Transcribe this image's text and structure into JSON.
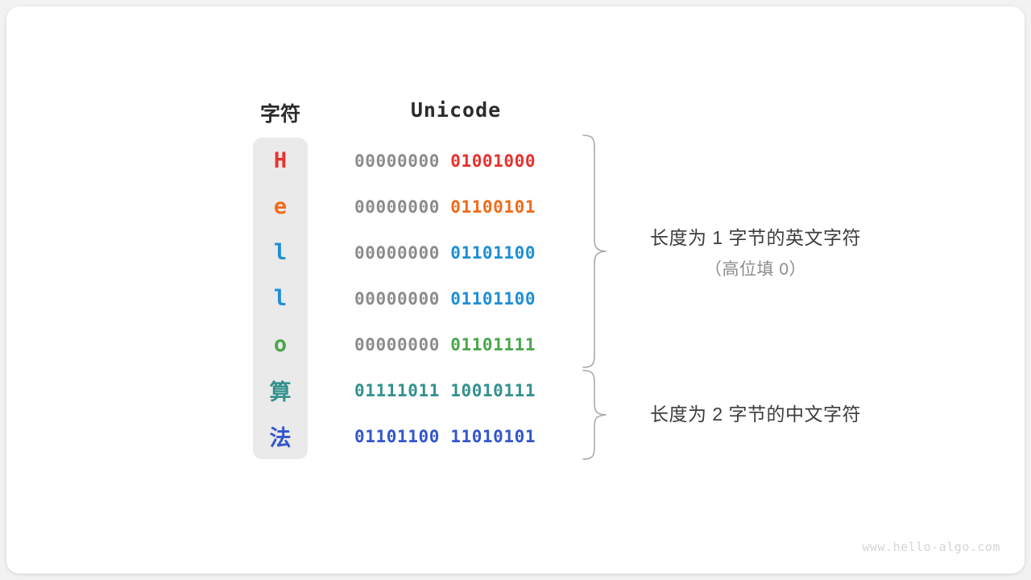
{
  "watermark": "www.hello-algo.com",
  "headers": {
    "char": "字符",
    "unicode": "Unicode"
  },
  "colors": {
    "red": "#e8312e",
    "orange": "#ef6c1a",
    "blue": "#1e8fd5",
    "green": "#4ca64c",
    "teal": "#34918e",
    "indigo": "#3356cc",
    "gray_bits": "#8c8c8c",
    "strip_bg": "#eaeaea",
    "text_dark": "#2b2b2b",
    "anno_text": "#3d3d3d",
    "anno_sub": "#8c8c8c",
    "watermark": "#d5d5d5",
    "brace": "#a8a8a8",
    "page_bg": "#f2f2f2",
    "card_bg": "#ffffff"
  },
  "rows": [
    {
      "char": "H",
      "color": "#e8312e",
      "high": "00000000",
      "low": "01001000",
      "cjk": false
    },
    {
      "char": "e",
      "color": "#ef6c1a",
      "high": "00000000",
      "low": "01100101",
      "cjk": false
    },
    {
      "char": "l",
      "color": "#1e8fd5",
      "high": "00000000",
      "low": "01101100",
      "cjk": false
    },
    {
      "char": "l",
      "color": "#1e8fd5",
      "high": "00000000",
      "low": "01101100",
      "cjk": false
    },
    {
      "char": "o",
      "color": "#4ca64c",
      "high": "00000000",
      "low": "01101111",
      "cjk": false
    },
    {
      "char": "算",
      "color": "#34918e",
      "high": "01111011",
      "low": "10010111",
      "cjk": true
    },
    {
      "char": "法",
      "color": "#3356cc",
      "high": "01101100",
      "low": "11010101",
      "cjk": true
    }
  ],
  "annotations": [
    {
      "main": "长度为 1 字节的英文字符",
      "sub": "（高位填 0）"
    },
    {
      "main": "长度为 2 字节的中文字符",
      "sub": ""
    }
  ]
}
